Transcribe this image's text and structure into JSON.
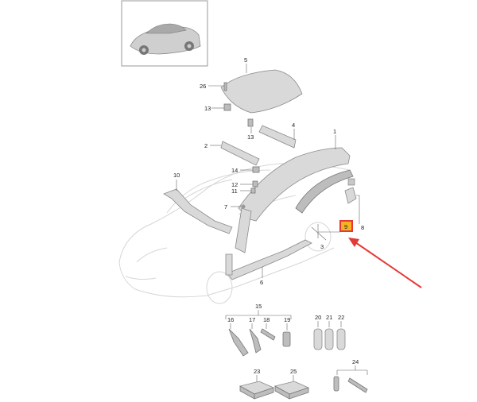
{
  "callouts": {
    "c1": "1",
    "c2": "2",
    "c3": "3",
    "c4": "4",
    "c5": "5",
    "c6": "6",
    "c7": "7",
    "c8": "8",
    "c9": "9",
    "c10": "10",
    "c11": "11",
    "c12": "12",
    "c13a": "13",
    "c13b": "13",
    "c14": "14",
    "c15": "15",
    "c16": "16",
    "c17": "17",
    "c18": "18",
    "c19": "19",
    "c20": "20",
    "c21": "21",
    "c22": "22",
    "c23": "23",
    "c24": "24",
    "c25": "25",
    "c26": "26"
  },
  "highlight": {
    "label": "9",
    "color": "#f5b324",
    "border": "#e53935"
  },
  "arrow_color": "#e53935"
}
